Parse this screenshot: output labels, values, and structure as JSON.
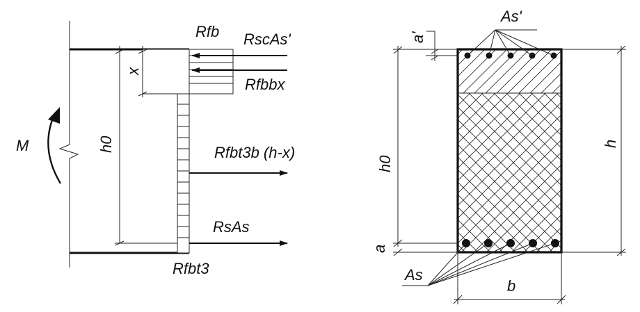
{
  "left_diagram": {
    "moment": "M",
    "h0": "h0",
    "x": "x",
    "Rfb": "Rfb",
    "RscAs": "RscAs'",
    "Rfbbx": "Rfbbx",
    "Rfbt3bhx": "Rfbt3b (h-x)",
    "RsAs": "RsAs",
    "Rfbt3": "Rfbt3"
  },
  "right_diagram": {
    "As_prime": "As'",
    "a_prime": "a'",
    "h0": "h0",
    "h": "h",
    "a": "a",
    "As": "As",
    "b": "b"
  }
}
